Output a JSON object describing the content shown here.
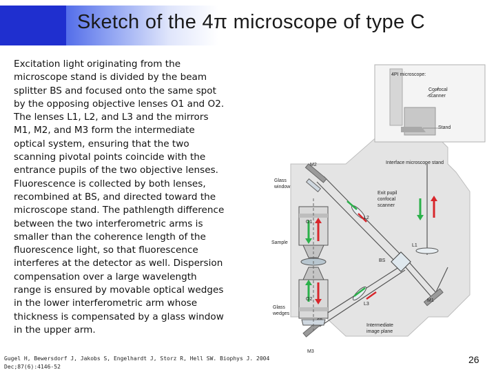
{
  "slide": {
    "title": "Sketch of the 4π microscope of type C",
    "body_lines": [
      "Excitation light originating from the",
      "microscope stand is divided by the beam",
      "splitter BS and focused onto the same spot",
      "by the opposing objective lenses O1 and O2.",
      "The lenses L1, L2, and L3 and the mirrors",
      "M1, M2, and M3 form the intermediate",
      "optical system, ensuring that the two",
      "scanning pivotal points coincide with the",
      "entrance pupils of the two objective lenses.",
      "Fluorescence is collected by both lenses,",
      "recombined at BS, and directed toward the",
      "microscope stand. The pathlength difference",
      "between the two interferometric arms is",
      "smaller than the coherence length of the",
      "fluorescence light, so that fluorescence",
      "interferes at the detector as well. Dispersion",
      "compensation over a large wavelength",
      "range is ensured by movable optical wedges",
      "in the lower interferometric arm whose",
      "thickness is compensated by a glass window",
      "in the upper arm."
    ],
    "citation_lines": [
      "Gugel H, Bewersdorf J, Jakobs S, Engelhardt J, Storz R, Hell SW. Biophys J. 2004",
      "Dec;87(6):4146-52"
    ],
    "page_number": "26"
  },
  "figure": {
    "labels": {
      "header": "4PI microscope:",
      "confocal": "Confocal",
      "scanner": "scanner",
      "stand": "Stand",
      "interface": "Interface microscope stand",
      "m2": "M2",
      "glass": "Glass",
      "window": "window",
      "exit1": "Exit pupil",
      "exit2": "confocal",
      "exit3": "scanner",
      "l2": "L2",
      "o1": "O1",
      "sample": "Sample",
      "l1": "L1",
      "bs": "BS",
      "o2": "O2",
      "wedges1": "Glass",
      "wedges2": "wedges",
      "l3": "L3",
      "m1": "M1",
      "inter1": "Intermediate",
      "inter2": "image plane",
      "m3": "M3"
    },
    "colors": {
      "excitation": "#2bb14a",
      "fluorescence": "#d8262b",
      "beam": "#555555"
    }
  }
}
